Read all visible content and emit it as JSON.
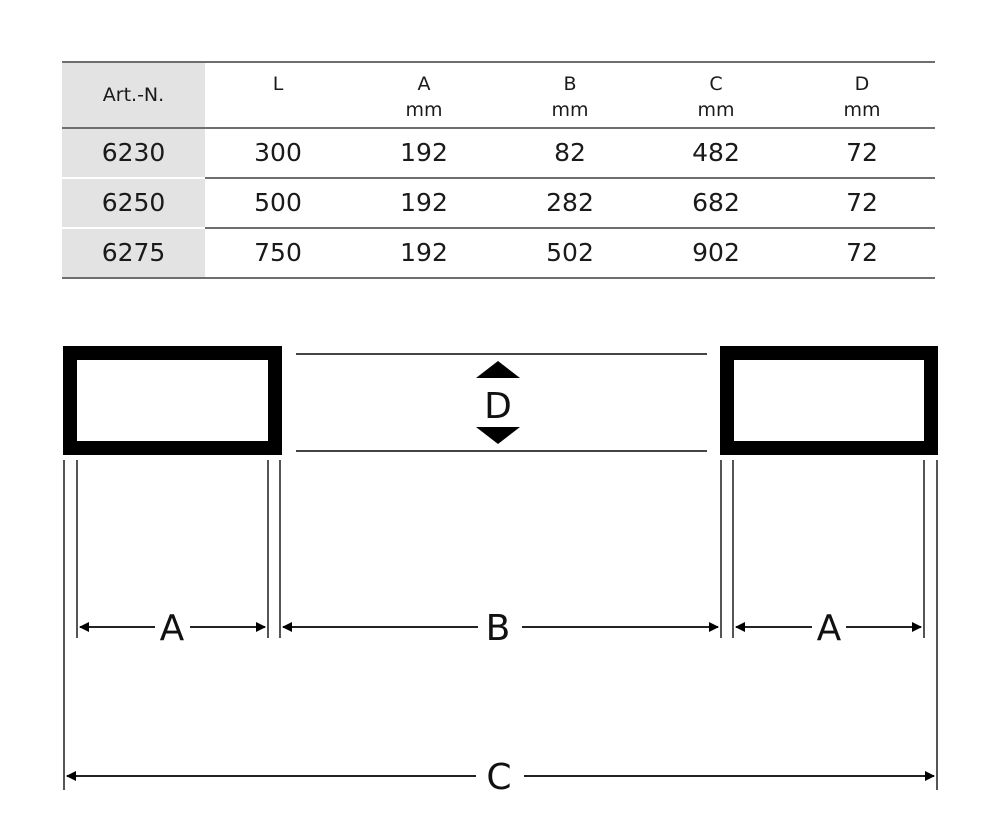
{
  "table": {
    "headers": [
      {
        "label": "Art.-N.",
        "unit": ""
      },
      {
        "label": "L",
        "unit": ""
      },
      {
        "label": "A",
        "unit": "mm"
      },
      {
        "label": "B",
        "unit": "mm"
      },
      {
        "label": "C",
        "unit": "mm"
      },
      {
        "label": "D",
        "unit": "mm"
      }
    ],
    "rows": [
      [
        "6230",
        "300",
        "192",
        "82",
        "482",
        "72"
      ],
      [
        "6250",
        "500",
        "192",
        "282",
        "682",
        "72"
      ],
      [
        "6275",
        "750",
        "192",
        "502",
        "902",
        "72"
      ]
    ],
    "colors": {
      "art_column_bg": "#e3e3e3",
      "rule": "#6e6e6e"
    }
  },
  "diagram": {
    "labels": {
      "depth": "D",
      "left_width": "A",
      "gap": "B",
      "right_width": "A",
      "overall": "C"
    },
    "colors": {
      "outline": "#000000",
      "dimension_line": "#333333"
    }
  }
}
